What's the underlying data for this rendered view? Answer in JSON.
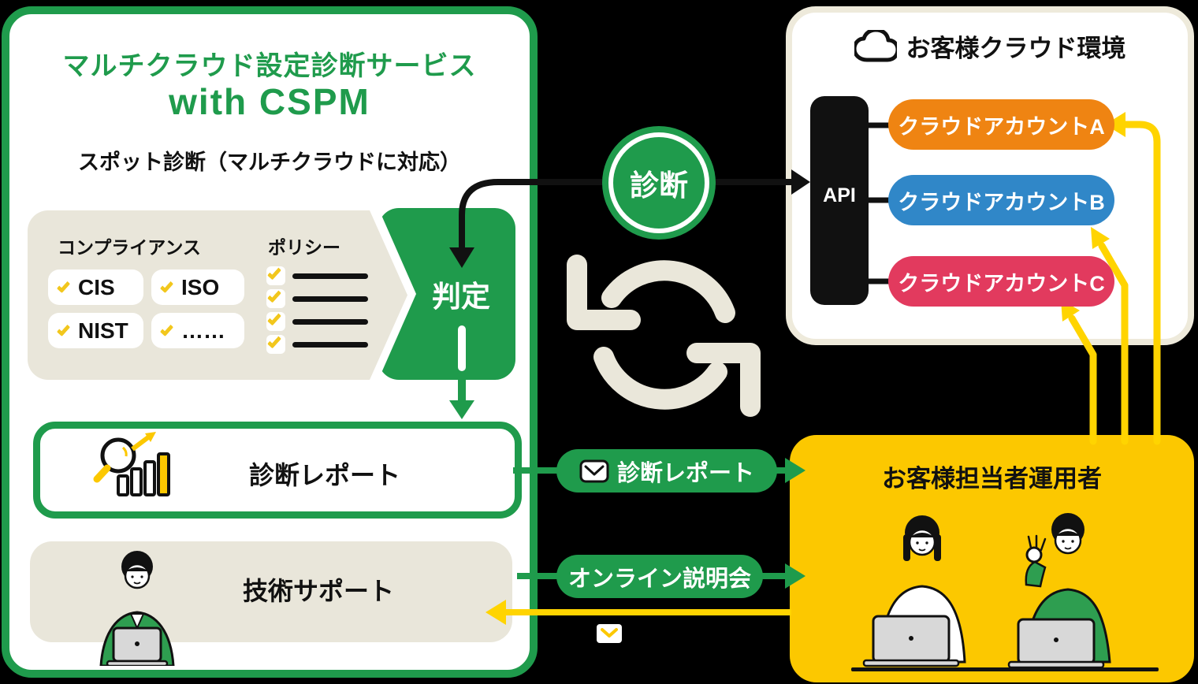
{
  "colors": {
    "brand_green": "#1f9b4c",
    "beige": "#e9e6da",
    "cream_border": "#eeeadb",
    "yellow_box": "#fcc800",
    "yellow_arrow": "#ffd400",
    "check_yellow": "#f2c71d",
    "account_a_orange": "#ef8412",
    "account_b_blue": "#3087c8",
    "account_c_red": "#e23a5e",
    "black": "#111111"
  },
  "left_panel": {
    "title_line1": "マルチクラウド設定診断サービス",
    "title_line2": "with CSPM",
    "subtitle": "スポット診断（マルチクラウドに対応）",
    "compliance": {
      "label": "コンプライアンス",
      "items": [
        "CIS",
        "ISO",
        "NIST",
        "……"
      ]
    },
    "policy": {
      "label": "ポリシー"
    },
    "judgment_label": "判定",
    "report_label": "診断レポート",
    "support_label": "技術サポート"
  },
  "center": {
    "diagnosis_label": "診断",
    "report_pill_label": "診断レポート",
    "online_session_label": "オンライン説明会"
  },
  "right_panel": {
    "title": "お客様クラウド環境",
    "api_label": "API",
    "accounts": [
      {
        "label": "クラウドアカウントA",
        "color": "#ef8412"
      },
      {
        "label": "クラウドアカウントB",
        "color": "#3087c8"
      },
      {
        "label": "クラウドアカウントC",
        "color": "#e23a5e"
      }
    ]
  },
  "customer_box": {
    "title": "お客様担当者運用者"
  }
}
